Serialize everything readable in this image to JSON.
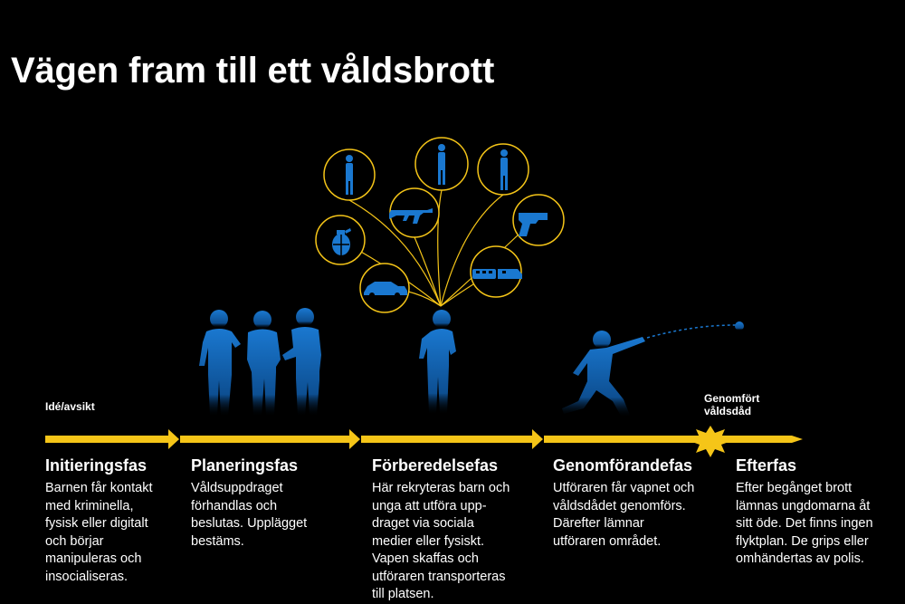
{
  "title": "Vägen fram till ett våldsbrott",
  "start_label": "Idé/avsikt",
  "event_label": "Genomfört\nvåldsdåd",
  "colors": {
    "background": "#000000",
    "accent": "#f5c518",
    "figure": "#1a73c9",
    "text": "#ffffff"
  },
  "icons": [
    "person-icon",
    "person-icon",
    "person-icon",
    "grenade-icon",
    "rifle-icon",
    "pistol-icon",
    "car-icon",
    "train-icon"
  ],
  "phases": [
    {
      "title": "Initieringsfas",
      "text": "Barnen får kontakt\nmed kriminella,\nfysisk eller digitalt\noch börjar\nmanipuleras och\ninsocialiseras."
    },
    {
      "title": "Planeringsfas",
      "text": "Våldsuppdraget\nförhandlas och\nbeslutas. Upplägget\nbestäms."
    },
    {
      "title": "Förberedelsefas",
      "text": "Här rekryteras barn och\nunga att utföra upp-\ndraget via sociala\nmedier eller fysiskt.\nVapen skaffas och\nutföraren transporteras\ntill platsen."
    },
    {
      "title": "Genomförandefas",
      "text": "Utföraren får vapnet och\nvåldsdådet genomförs.\nDärefter lämnar\nutföraren området."
    },
    {
      "title": "Efterfas",
      "text": "Efter begånget brott\nlämnas ungdomarna åt\nsitt öde. Det finns ingen\nflyktplan. De grips eller\nomhändertas av polis."
    }
  ]
}
